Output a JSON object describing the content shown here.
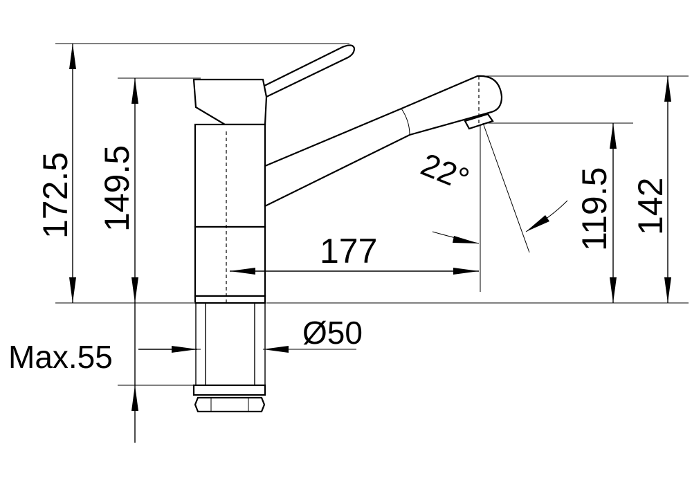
{
  "drawing": {
    "dim_total_height": "172.5",
    "dim_body_height": "149.5",
    "dim_outlet_height": "142",
    "dim_spout_height": "119.5",
    "dim_reach": "177",
    "dim_angle": "22°",
    "dim_diameter": "Ø50",
    "dim_max_thickness": "Max.55"
  },
  "colors": {
    "line": "#000000",
    "background": "#ffffff"
  }
}
